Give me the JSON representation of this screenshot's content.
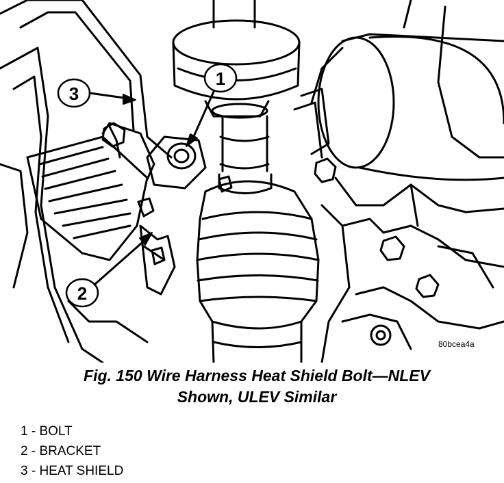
{
  "figure": {
    "caption_line1": "Fig. 150 Wire Harness Heat Shield Bolt—NLEV",
    "caption_line2": "Shown, ULEV Similar",
    "reference_code": "80bcea4a"
  },
  "callouts": [
    {
      "number": "1",
      "part": "BOLT"
    },
    {
      "number": "2",
      "part": "BRACKET"
    },
    {
      "number": "3",
      "part": "HEAT SHIELD"
    }
  ],
  "legend": [
    {
      "label": "1 - BOLT"
    },
    {
      "label": "2 - BRACKET"
    },
    {
      "label": "3 - HEAT SHIELD"
    }
  ]
}
